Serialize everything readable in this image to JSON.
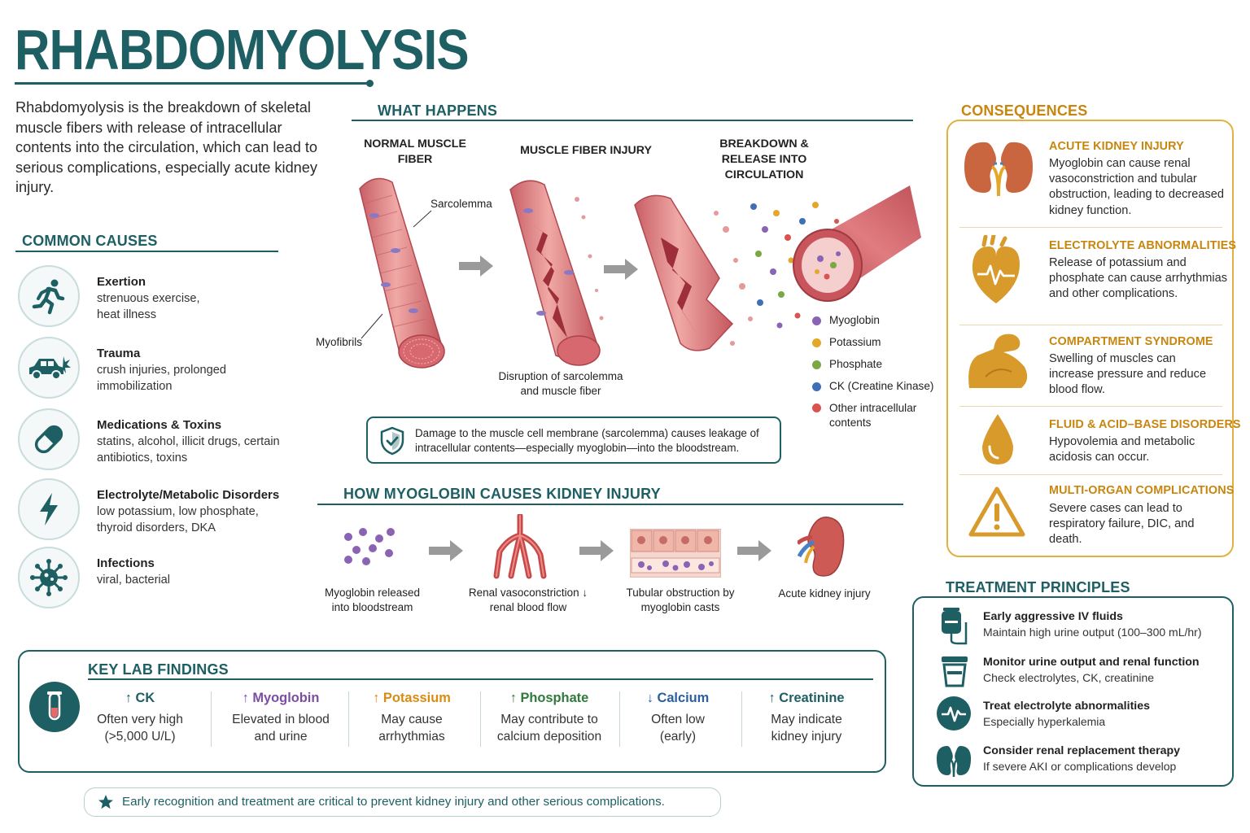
{
  "title": "RHABDOMYOLYSIS",
  "intro": "Rhabdomyolysis is the breakdown of skeletal muscle fibers with release of intracellular contents into the circulation, which can lead to serious complications, especially acute kidney injury.",
  "causes": {
    "heading": "COMMON CAUSES",
    "items": [
      {
        "title": "Exertion",
        "desc": "strenuous exercise, heat illness",
        "icon": "running-person-icon"
      },
      {
        "title": "Trauma",
        "desc": "crush injuries, prolonged immobilization",
        "icon": "car-crash-icon"
      },
      {
        "title": "Medications & Toxins",
        "desc": "statins, alcohol, illicit drugs, certain antibiotics, toxins",
        "icon": "pill-capsule-icon"
      },
      {
        "title": "Electrolyte/Metabolic Disorders",
        "desc": "low potassium, low phosphate, thyroid disorders, DKA",
        "icon": "lightning-bolt-icon"
      },
      {
        "title": "Infections",
        "desc": "viral, bacterial",
        "icon": "virus-icon"
      }
    ]
  },
  "what_happens": {
    "heading": "WHAT HAPPENS",
    "stages": [
      "NORMAL MUSCLE FIBER",
      "MUSCLE FIBER INJURY",
      "BREAKDOWN & RELEASE INTO CIRCULATION"
    ],
    "sarcolemma_label": "Sarcolemma",
    "myofibrils_label": "Myofibrils",
    "disruption_label": "Disruption of sarcolemma and muscle fiber",
    "legend": [
      {
        "label": "Myoglobin",
        "color": "#8a63b5"
      },
      {
        "label": "Potassium",
        "color": "#e3a72a"
      },
      {
        "label": "Phosphate",
        "color": "#79a844"
      },
      {
        "label": "CK (Creatine Kinase)",
        "color": "#3f6fb5"
      },
      {
        "label": "Other intracellular contents",
        "color": "#d9534f"
      }
    ],
    "callout": "Damage to the muscle cell membrane (sarcolemma) causes leakage of intracellular contents—especially myoglobin—into the bloodstream."
  },
  "kidney_injury": {
    "heading": "HOW MYOGLOBIN CAUSES KIDNEY INJURY",
    "steps": [
      "Myoglobin released into bloodstream",
      "Renal vasoconstriction ↓ renal blood flow",
      "Tubular obstruction by myoglobin casts",
      "Acute kidney injury"
    ]
  },
  "lab_findings": {
    "heading": "KEY LAB FINDINGS",
    "items": [
      {
        "name": "↑ CK",
        "desc": "Often very high (>5,000 U/L)",
        "color": "#1d5f63"
      },
      {
        "name": "↑ Myoglobin",
        "desc": "Elevated in blood and urine",
        "color": "#7b4ea3"
      },
      {
        "name": "↑ Potassium",
        "desc": "May cause arrhythmias",
        "color": "#d98b12"
      },
      {
        "name": "↑ Phosphate",
        "desc": "May contribute to calcium deposition",
        "color": "#2f7a3c"
      },
      {
        "name": "↓ Calcium",
        "desc": "Often low (early)",
        "color": "#2b5fa0"
      },
      {
        "name": "↑ Creatinine",
        "desc": "May indicate kidney injury",
        "color": "#1d5f63"
      }
    ]
  },
  "footer": "Early recognition and treatment are critical to prevent kidney injury and other serious complications.",
  "consequences": {
    "heading": "CONSEQUENCES",
    "items": [
      {
        "title": "ACUTE KIDNEY INJURY",
        "desc": "Myoglobin can cause renal vasoconstriction and tubular obstruction, leading to decreased kidney function.",
        "icon": "kidneys-icon"
      },
      {
        "title": "ELECTROLYTE ABNORMALITIES",
        "desc": "Release of potassium and phosphate can cause arrhythmias and other complications.",
        "icon": "heart-icon"
      },
      {
        "title": "COMPARTMENT SYNDROME",
        "desc": "Swelling of muscles can increase pressure and reduce blood flow.",
        "icon": "flexed-arm-icon"
      },
      {
        "title": "FLUID & ACID–BASE DISORDERS",
        "desc": "Hypovolemia and metabolic acidosis can occur.",
        "icon": "droplet-icon"
      },
      {
        "title": "MULTI-ORGAN COMPLICATIONS",
        "desc": "Severe cases can lead to respiratory failure, DIC, and death.",
        "icon": "warning-triangle-icon"
      }
    ]
  },
  "treatment": {
    "heading": "TREATMENT PRINCIPLES",
    "items": [
      {
        "title": "Early aggressive IV fluids",
        "desc": "Maintain high urine output (100–300 mL/hr)",
        "icon": "iv-bag-icon"
      },
      {
        "title": "Monitor urine output and renal function",
        "desc": "Check electrolytes, CK, creatinine",
        "icon": "urine-cup-icon"
      },
      {
        "title": "Treat electrolyte abnormalities",
        "desc": "Especially hyperkalemia",
        "icon": "heartbeat-icon"
      },
      {
        "title": "Consider renal replacement therapy",
        "desc": "If severe AKI or complications develop",
        "icon": "kidneys-icon"
      }
    ]
  },
  "colors": {
    "teal": "#1d5f63",
    "gold": "#c7860f",
    "muscle": "#d9777a"
  }
}
